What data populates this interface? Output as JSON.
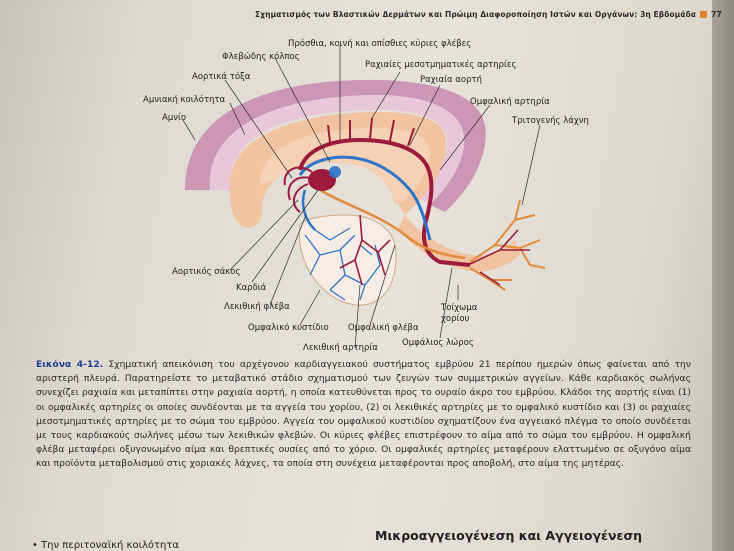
{
  "header": {
    "running_title": "Σχηματισμός των Βλαστικών Δερμάτων και Πρώιμη Διαφοροποίηση Ιστών και Οργάνων: 3η Εβδομάδα",
    "page_number": "77"
  },
  "figure": {
    "labels": {
      "cardinal_veins": "Πρόσθια, κοινή και οπίσθιες κύριες φλέβες",
      "sinus_venosus": "Φλεβώδης κόλπος",
      "intersegmental_arteries": "Ραχιαίες μεσοτμηματικές αρτηρίες",
      "aortic_arch": "Αορτικά τόξα",
      "dorsal_aorta": "Ραχιαία αορτή",
      "amniotic_cavity": "Αμνιακή κοιλότητα",
      "umbilical_artery": "Ομφαλική αρτηρία",
      "amnion": "Αμνίο",
      "tertiary_villi": "Τριτογενής λάχνη",
      "aortic_sac": "Αορτικός σάκος",
      "heart": "Καρδιά",
      "vitelline_vein": "Λεκιθική φλέβα",
      "chorion_wall": "Τοίχωμα χορίου",
      "yolk_sac": "Ομφαλικό κυστίδιο",
      "umbilical_vein": "Ομφαλική φλέβα",
      "umbilical_cord": "Ομφάλιος λώρος",
      "vitelline_artery": "Λεκιθική αρτηρία"
    }
  },
  "caption": {
    "label": "Εικόνα 4-12.",
    "text": "Σχηματική απεικόνιση του αρχέγονου καρδιαγγειακού συστήματος εμβρύου 21 περίπου ημερών όπως φαίνεται από την αριστερή πλευρά. Παρατηρείστε το μεταβατικό στάδιο σχηματισμού των ζευγών των συμμετρικών αγγείων. Κάθε καρδιακός σωλήνας συνεχίζει ραχιαία και μεταπίπτει στην ραχιαία αορτή, η οποία κατευθύνεται προς το ουραίο άκρο του εμβρύου. Κλάδοι της αορτής είναι (1) οι ομφαλικές αρτηρίες οι οποίες συνδέονται με τα αγγεία του χορίου, (2) οι λεκιθικές αρτηρίες με το ομφαλικό κυστίδιο και (3) οι ραχιαίες μεσοτμηματικές αρτηρίες με το σώμα του εμβρύου. Αγγεία του ομφαλικού κυστιδίου σχηματίζουν ένα αγγειακό πλέγμα το οποίο συνδέεται με τους καρδιακούς σωλήνες μέσω των λεκιθικών φλεβών. Οι κύριες φλέβες επιστρέφουν το αίμα από το σώμα του εμβρύου. Η ομφαλική φλέβα μεταφέρει οξυγονωμένο αίμα και θρεπτικές ουσίες από το χόριο. Οι ομφαλικές αρτηρίες μεταφέρουν ελαττωμένο σε οξυγόνο αίμα και προϊόντα μεταβολισμού στις χοριακές λάχνες, τα οποία στη συνέχεια μεταφέρονται προς αποβολή, στο αίμα της μητέρας."
  },
  "section": {
    "title": "Μικροαγγειογένεση και Αγγειογένεση",
    "bullet_fragment": "Την περιτοναϊκή κοιλότητα"
  },
  "colors": {
    "artery": "#9c1b3d",
    "vein": "#2e75c9",
    "amnion": "#c98fb1",
    "embryo": "#f2c3a0",
    "caption_label": "#1f3f8a"
  }
}
